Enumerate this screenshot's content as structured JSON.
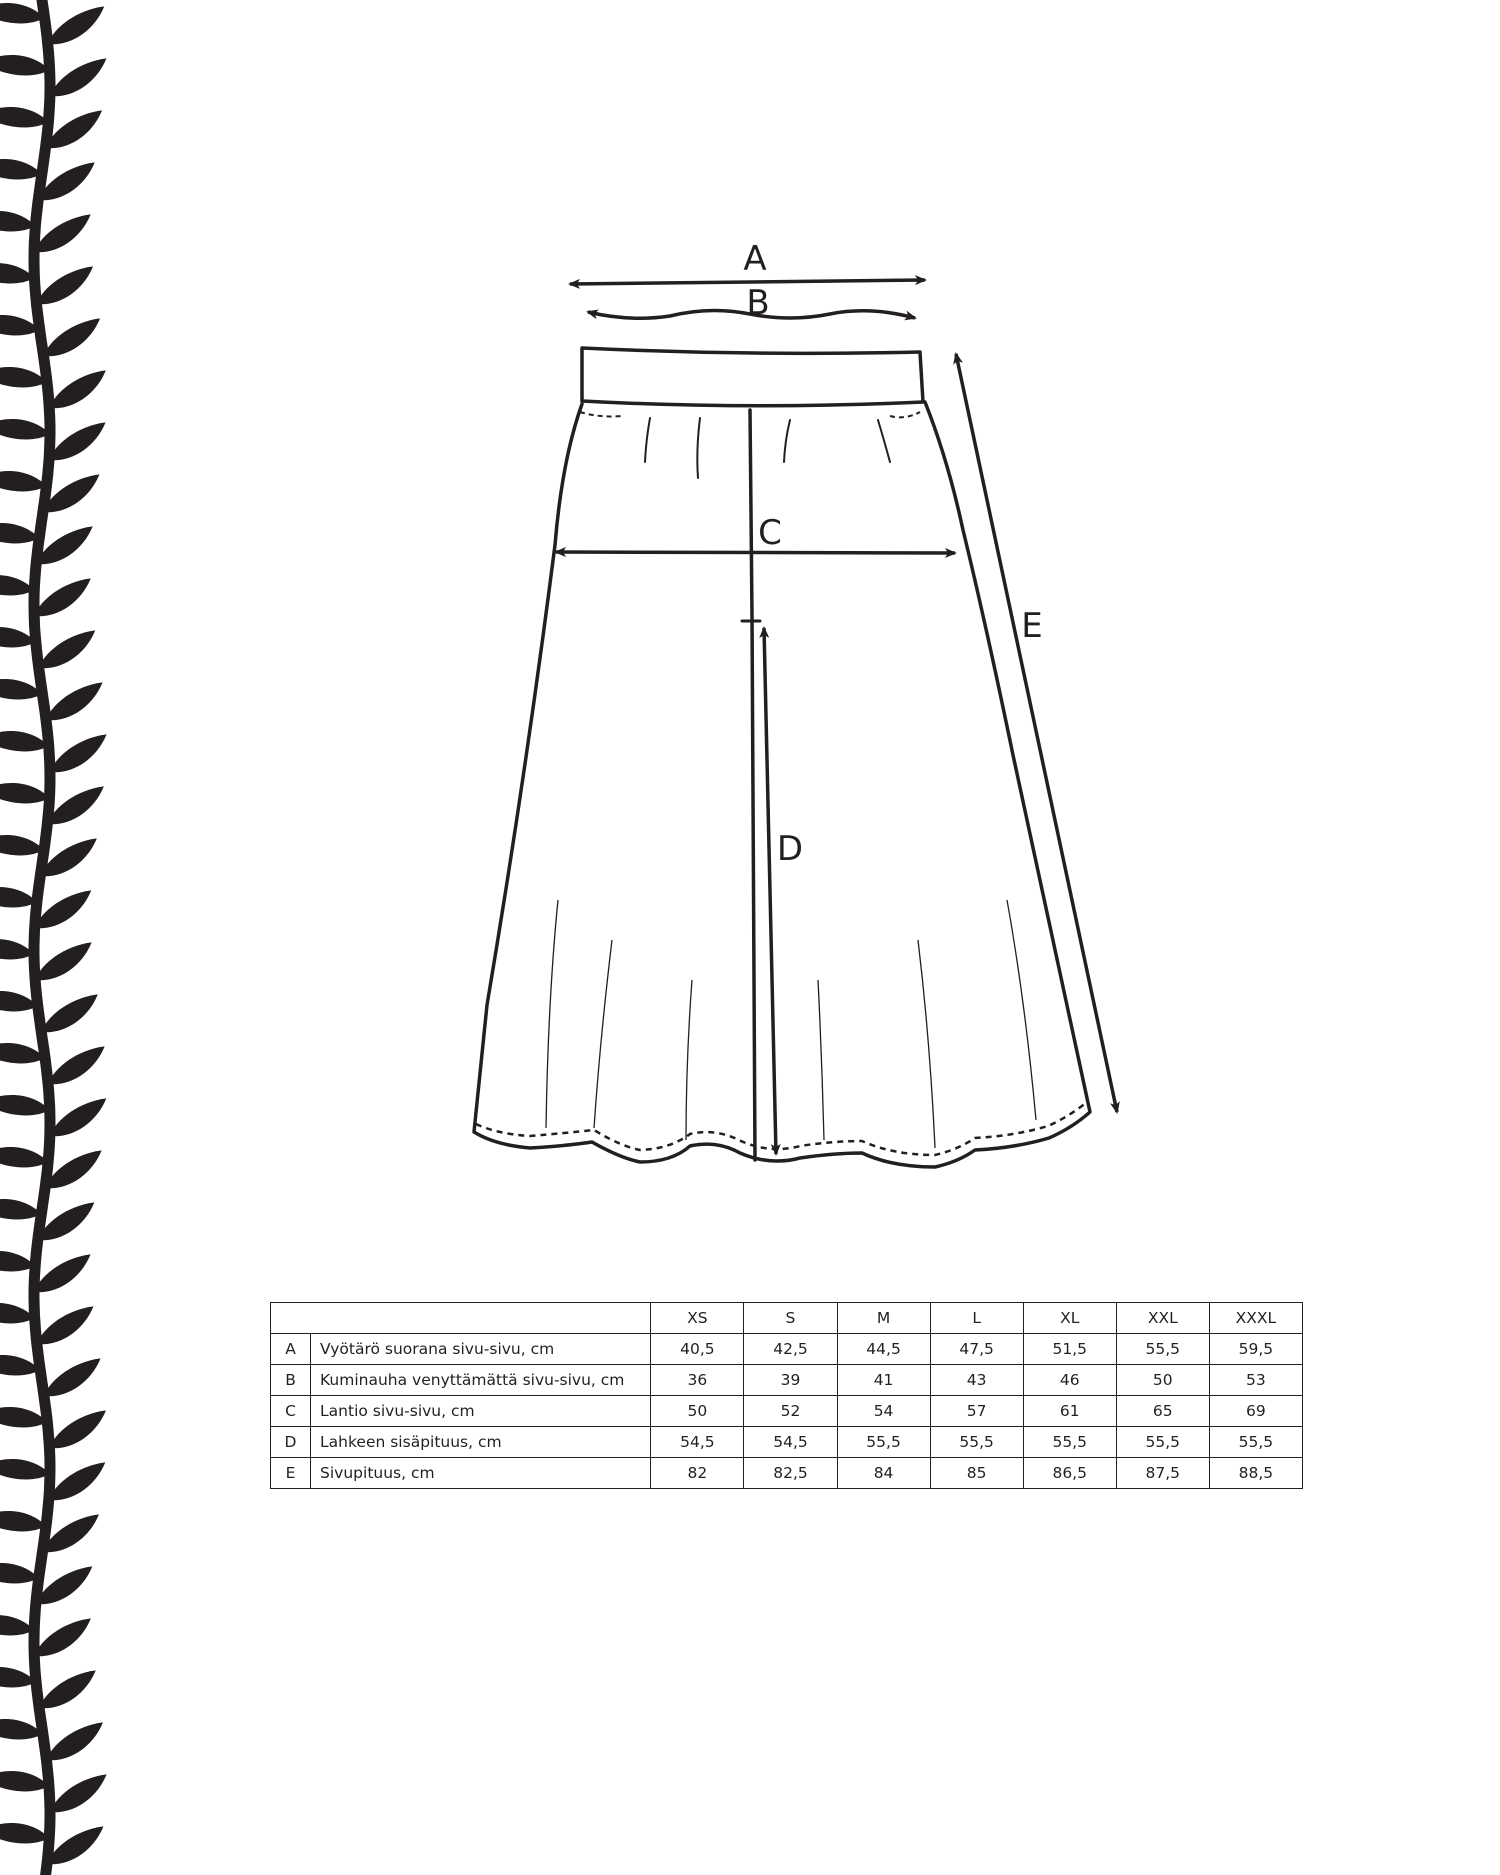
{
  "diagram": {
    "labels": {
      "A": "A",
      "B": "B",
      "C": "C",
      "D": "D",
      "E": "E"
    },
    "line_color": "#231f20",
    "decoration": "leaf-vine"
  },
  "table": {
    "sizes": [
      "XS",
      "S",
      "M",
      "L",
      "XL",
      "XXL",
      "XXXL"
    ],
    "rows": [
      {
        "letter": "A",
        "label": "Vyötärö suorana sivu-sivu, cm",
        "values": [
          "40,5",
          "42,5",
          "44,5",
          "47,5",
          "51,5",
          "55,5",
          "59,5"
        ]
      },
      {
        "letter": "B",
        "label": "Kuminauha venyttämättä sivu-sivu, cm",
        "values": [
          "36",
          "39",
          "41",
          "43",
          "46",
          "50",
          "53"
        ]
      },
      {
        "letter": "C",
        "label": "Lantio sivu-sivu, cm",
        "values": [
          "50",
          "52",
          "54",
          "57",
          "61",
          "65",
          "69"
        ]
      },
      {
        "letter": "D",
        "label": "Lahkeen sisäpituus, cm",
        "values": [
          "54,5",
          "54,5",
          "55,5",
          "55,5",
          "55,5",
          "55,5",
          "55,5"
        ]
      },
      {
        "letter": "E",
        "label": "Sivupituus, cm",
        "values": [
          "82",
          "82,5",
          "84",
          "85",
          "86,5",
          "87,5",
          "88,5"
        ]
      }
    ]
  }
}
